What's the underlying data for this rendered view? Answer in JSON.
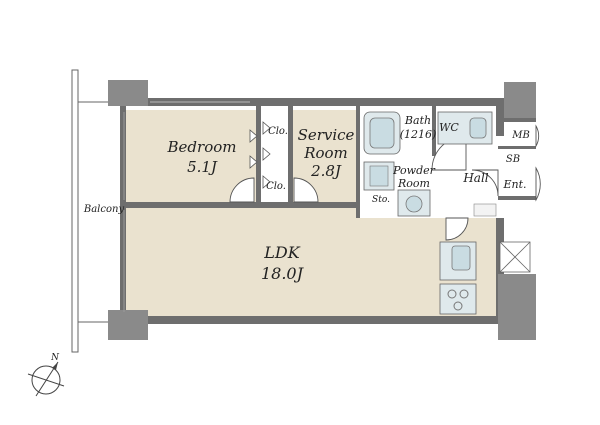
{
  "rooms": {
    "bedroom": {
      "name": "Bedroom",
      "size": "5.1J"
    },
    "service_room": {
      "name_line1": "Service",
      "name_line2": "Room",
      "size": "2.8J"
    },
    "ldk": {
      "name": "LDK",
      "size": "18.0J"
    },
    "bath": {
      "name": "Bath",
      "size": "(1216)"
    },
    "powder_room": {
      "name_line1": "Powder",
      "name_line2": "Room"
    },
    "wc": "WC",
    "mb": "MB",
    "sb": "SB",
    "hall": "Hall",
    "entrance": "Ent.",
    "closet_1": "Clo.",
    "closet_2": "Clo.",
    "storage": "Sto.",
    "balcony": "Balcony"
  },
  "compass": {
    "north_label": "N"
  },
  "colors": {
    "floor": "#eae2cf",
    "wall": "#6e6e6e",
    "pillar": "#8a8a8a",
    "fixture": "#dfe9ec"
  }
}
